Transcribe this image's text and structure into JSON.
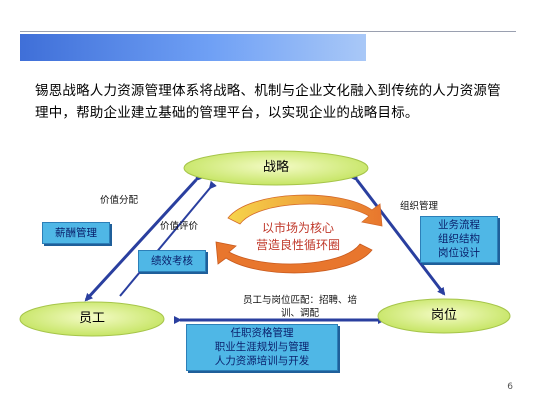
{
  "header": {
    "title": ""
  },
  "intro_text": "锡恩战略人力资源管理体系将战略、机制与企业文化融入到传统的人力资源管理中，帮助企业建立基础的管理平台，以实现企业的战略目标。",
  "nodes": {
    "strategy": "战略",
    "employee": "员工",
    "position": "岗位"
  },
  "center": {
    "line1": "以市场为核心",
    "line2": "营造良性循环圈"
  },
  "edge_labels": {
    "value_distribution": "价值分配",
    "value_evaluation": "价值评价",
    "org_management": "组织管理",
    "matching_line1": "员工与岗位匹配：招聘、培",
    "matching_line2": "训、调配"
  },
  "boxes": {
    "compensation": "薪酬管理",
    "performance": "绩效考核",
    "org_items": [
      "业务流程",
      "组织结构",
      "岗位设计"
    ],
    "bottom_items": [
      "任职资格管理",
      "职业生涯规划与管理",
      "人力资源培训与开发"
    ]
  },
  "page_number": "6",
  "colors": {
    "ellipse_fill": "#c8e96b",
    "arrow_blue": "#2a3f9f",
    "box_fill": "#4fb7e6",
    "cycle_orange": "#e8762d",
    "cycle_yellow": "#f6d54b"
  }
}
